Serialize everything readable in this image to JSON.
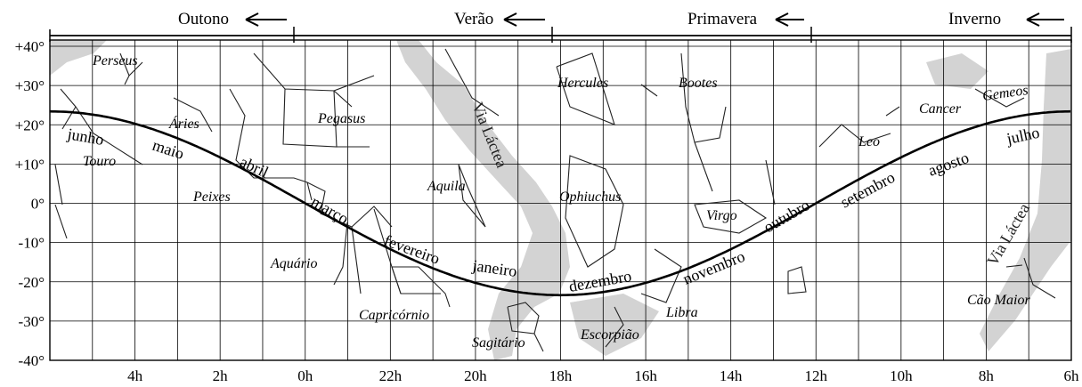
{
  "seasons": [
    {
      "label": "Outono",
      "arrow": "left-arrow"
    },
    {
      "label": "Verão",
      "arrow": "left-arrow"
    },
    {
      "label": "Primavera",
      "arrow": "left-arrow"
    },
    {
      "label": "Inverno",
      "arrow": "left-arrow"
    }
  ],
  "declination_ticks": [
    "+40°",
    "+30°",
    "+20°",
    "+10°",
    "0°",
    "-10°",
    "-20°",
    "-30°",
    "-40°"
  ],
  "ra_ticks": [
    "4h",
    "2h",
    "0h",
    "22h",
    "20h",
    "18h",
    "16h",
    "14h",
    "12h",
    "10h",
    "8h",
    "6h"
  ],
  "constellations": [
    "Perseus",
    "Áries",
    "Pegasus",
    "Touro",
    "Peixes",
    "Aquila",
    "Aquário",
    "Capricórnio",
    "Sagitário",
    "Hercules",
    "Bootes",
    "Ophiuchus",
    "Virgo",
    "Escorpião",
    "Libra",
    "Leo",
    "Cancer",
    "Gemeos",
    "Cão Maior"
  ],
  "months": [
    "junho",
    "maio",
    "abril",
    "março",
    "fevereiro",
    "janeiro",
    "dezembro",
    "novembro",
    "outubro",
    "setembro",
    "agosto",
    "julho"
  ],
  "milky_way": [
    "Via Láctea",
    "Via Láctea"
  ],
  "colors": {
    "grid": "#000000",
    "milky_way": "#d3d3d3",
    "ecliptic": "#000000"
  }
}
